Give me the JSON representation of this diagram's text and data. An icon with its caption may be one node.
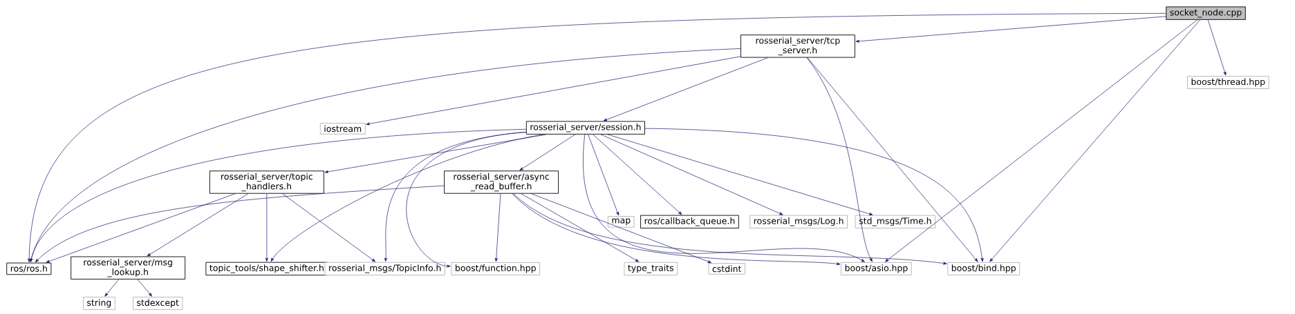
{
  "diagram": {
    "nodes": [
      {
        "text": [
          "socket_node.cpp"
        ]
      },
      {
        "text": [
          "rosserial_server/tcp _server.h"
        ]
      },
      {
        "text": [
          "boost/thread.hpp"
        ]
      },
      {
        "text": [
          "iostream"
        ]
      },
      {
        "text": [
          "rosserial_server/session.h"
        ]
      },
      {
        "text": [
          "rosserial_server/topic _handlers.h"
        ]
      },
      {
        "text": [
          "rosserial_server/async _read_buffer.h"
        ]
      },
      {
        "text": [
          "map"
        ]
      },
      {
        "text": [
          "ros/callback_queue.h"
        ]
      },
      {
        "text": [
          "rosserial_msgs/Log.h"
        ]
      },
      {
        "text": [
          "std_msgs/Time.h"
        ]
      },
      {
        "text": [
          "ros/ros.h"
        ]
      },
      {
        "text": [
          "rosserial_server/msg _lookup.h"
        ]
      },
      {
        "text": [
          "topic_tools/shape_shifter.h"
        ]
      },
      {
        "text": [
          "rosserial_msgs/TopicInfo.h"
        ]
      },
      {
        "text": [
          "boost/function.hpp"
        ]
      },
      {
        "text": [
          "type_traits"
        ]
      },
      {
        "text": [
          "cstdint"
        ]
      },
      {
        "text": [
          "boost/asio.hpp"
        ]
      },
      {
        "text": [
          "boost/bind.hpp"
        ]
      },
      {
        "text": [
          "string"
        ]
      },
      {
        "text": [
          "stdexcept"
        ]
      }
    ],
    "edges": [
      {
        "from": 0,
        "to": 11,
        "arrow": "to"
      },
      {
        "from": 0,
        "to": 1,
        "arrow": "to"
      },
      {
        "from": 0,
        "to": 2,
        "arrow": "to"
      },
      {
        "from": 0,
        "to": 18,
        "arrow": "to"
      },
      {
        "from": 0,
        "to": 19,
        "arrow": "to"
      },
      {
        "from": 1,
        "to": 3,
        "arrow": "to"
      },
      {
        "from": 1,
        "to": 11,
        "arrow": "to"
      },
      {
        "from": 1,
        "to": 4,
        "arrow": "to"
      },
      {
        "from": 1,
        "to": 18,
        "arrow": "to"
      },
      {
        "from": 1,
        "to": 19,
        "arrow": "to"
      },
      {
        "from": 4,
        "to": 11,
        "arrow": "to"
      },
      {
        "from": 4,
        "to": 5,
        "arrow": "to"
      },
      {
        "from": 4,
        "to": 13,
        "arrow": "to"
      },
      {
        "from": 4,
        "to": 14,
        "arrow": "to"
      },
      {
        "from": 4,
        "to": 15,
        "arrow": "to"
      },
      {
        "from": 4,
        "to": 6,
        "arrow": "to"
      },
      {
        "from": 4,
        "to": 7,
        "arrow": "to"
      },
      {
        "from": 4,
        "to": 8,
        "arrow": "to"
      },
      {
        "from": 4,
        "to": 9,
        "arrow": "to"
      },
      {
        "from": 4,
        "to": 10,
        "arrow": "to"
      },
      {
        "from": 4,
        "to": 18,
        "arrow": "to"
      },
      {
        "from": 4,
        "to": 19,
        "arrow": "to"
      },
      {
        "from": 5,
        "to": 11,
        "arrow": "to"
      },
      {
        "from": 5,
        "to": 12,
        "arrow": "to"
      },
      {
        "from": 5,
        "to": 13,
        "arrow": "to"
      },
      {
        "from": 5,
        "to": 14,
        "arrow": "to"
      },
      {
        "from": 6,
        "to": 11,
        "arrow": "to"
      },
      {
        "from": 6,
        "to": 15,
        "arrow": "to"
      },
      {
        "from": 6,
        "to": 16,
        "arrow": "to"
      },
      {
        "from": 6,
        "to": 17,
        "arrow": "to"
      },
      {
        "from": 6,
        "to": 18,
        "arrow": "to"
      },
      {
        "from": 6,
        "to": 19,
        "arrow": "to"
      },
      {
        "from": 12,
        "to": 20,
        "arrow": "to"
      },
      {
        "from": 12,
        "to": 21,
        "arrow": "to"
      }
    ]
  }
}
